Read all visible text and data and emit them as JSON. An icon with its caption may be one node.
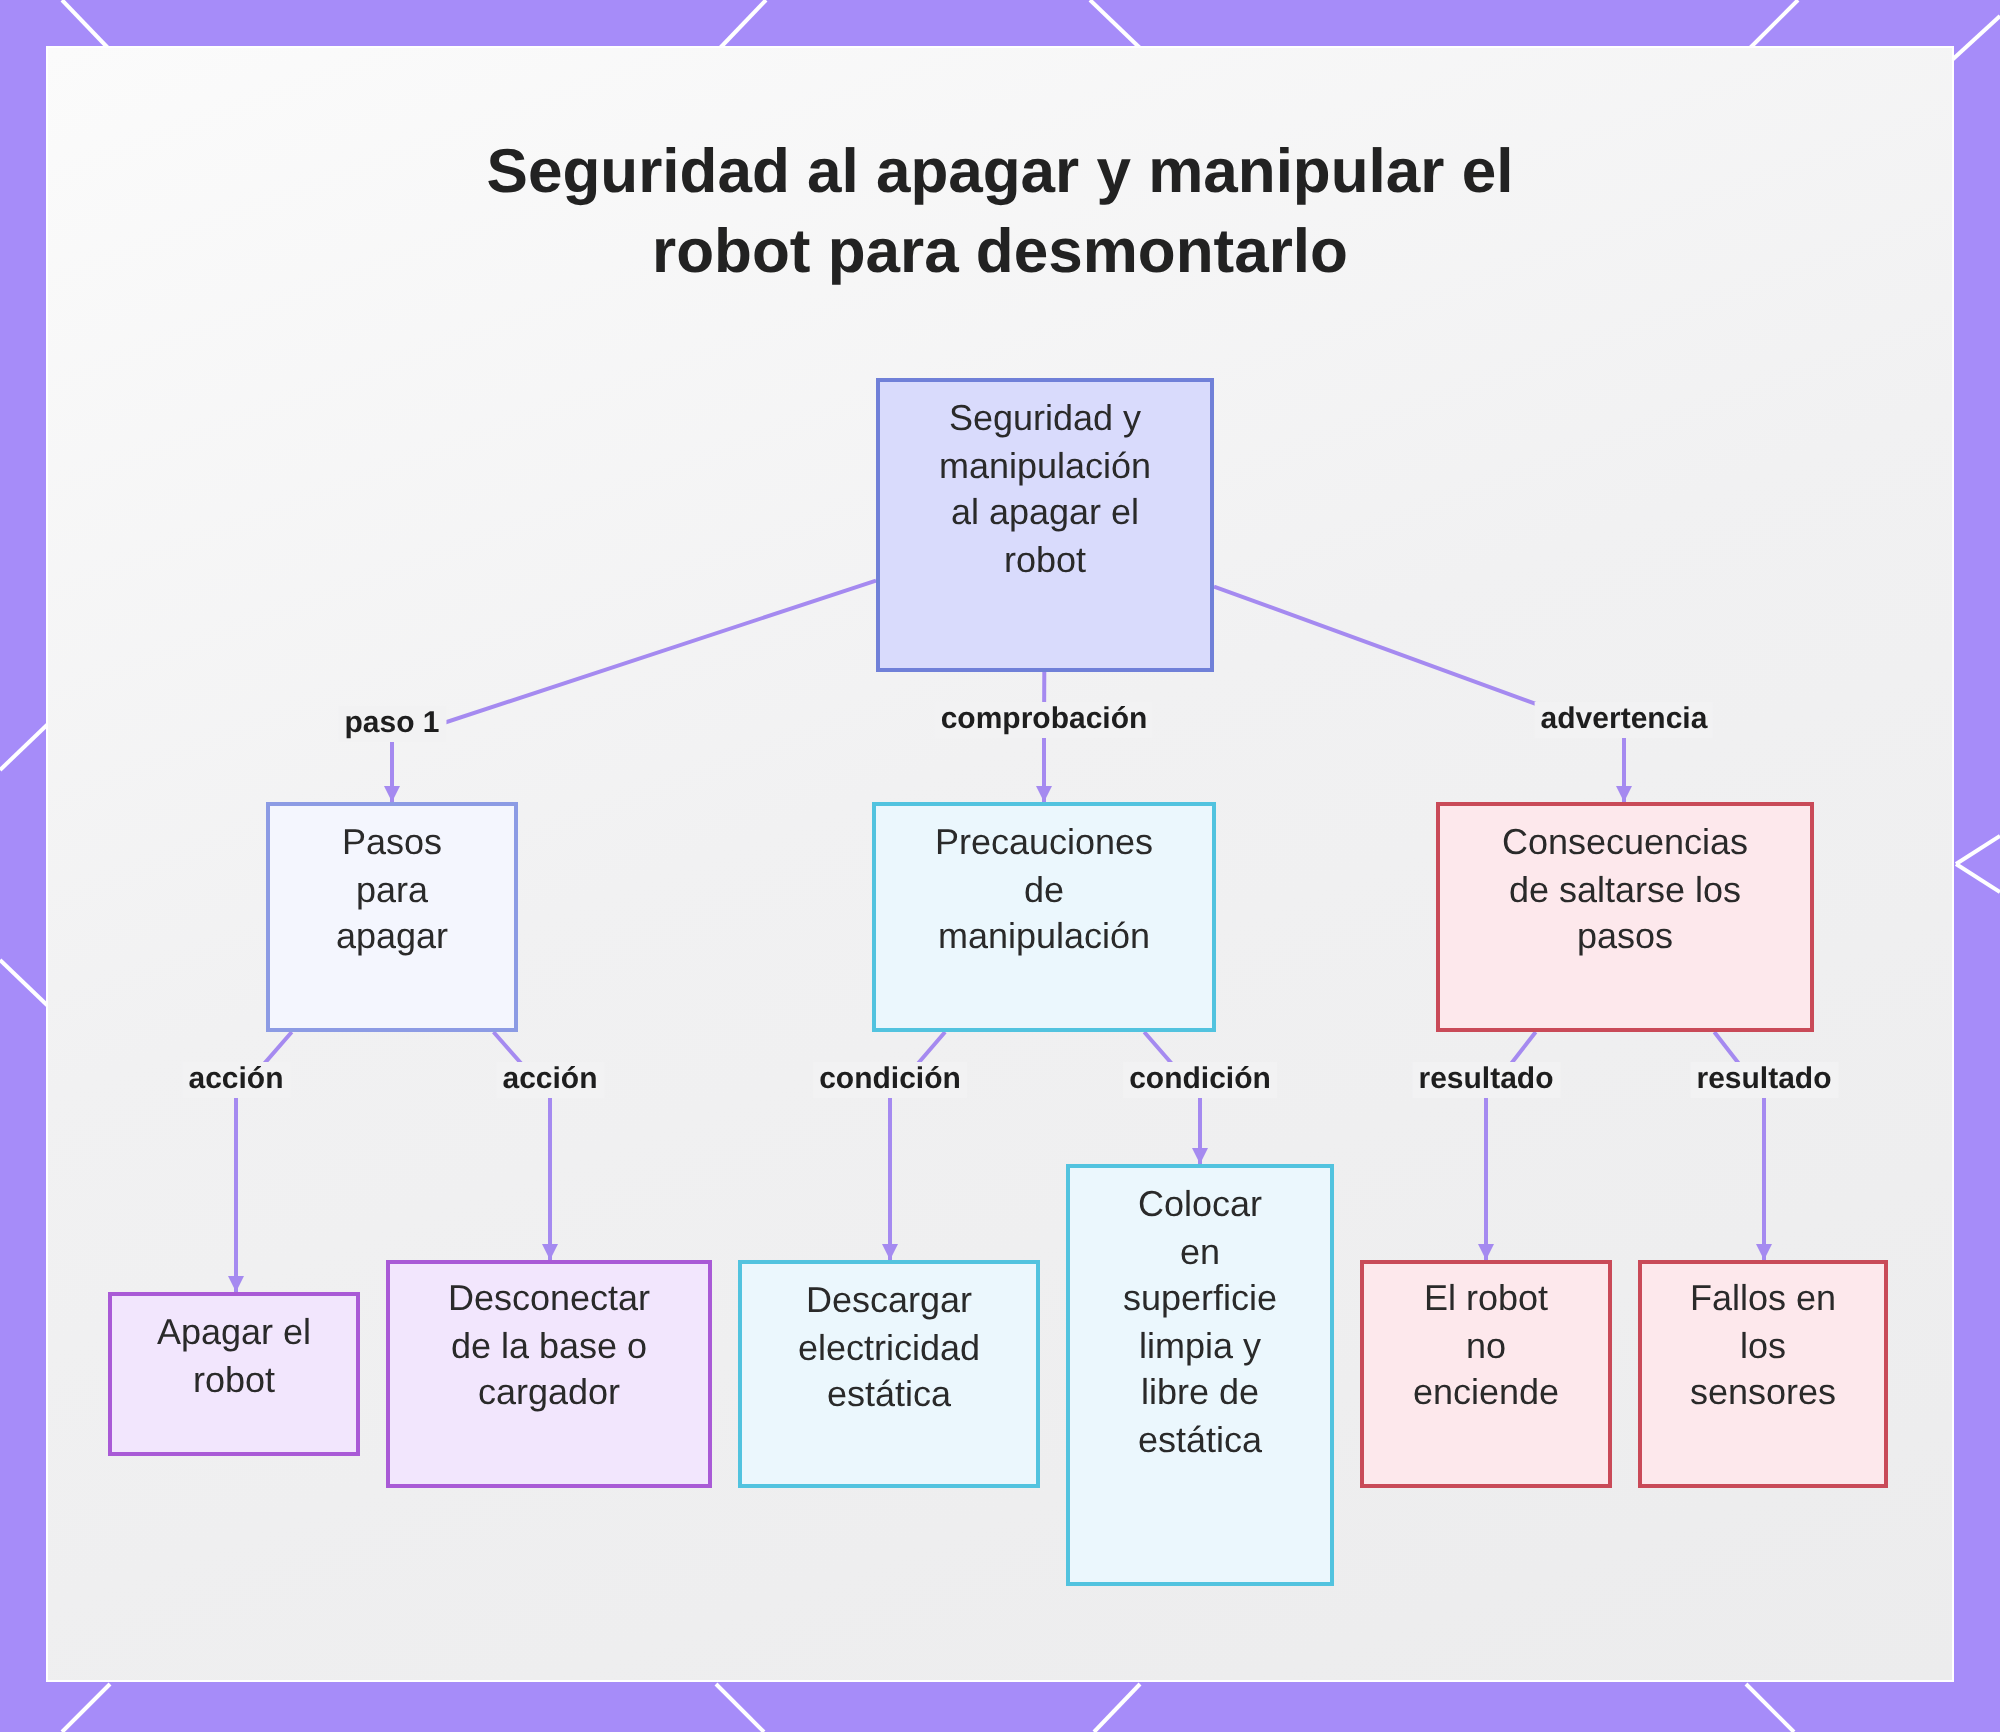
{
  "diagram": {
    "title": "Seguridad al apagar y manipular el robot para desmontarlo",
    "nodes": [
      {
        "text": [
          "Seguridad y manipulación al apagar el robot"
        ]
      },
      {
        "text": [
          "Pasos para apagar"
        ]
      },
      {
        "text": [
          "Precauciones de manipulación"
        ]
      },
      {
        "text": [
          "Consecuencias de saltarse los pasos"
        ]
      },
      {
        "text": [
          "Apagar el robot"
        ]
      },
      {
        "text": [
          "Desconectar de la base o cargador"
        ]
      },
      {
        "text": [
          "Descargar electricidad estática"
        ]
      },
      {
        "text": [
          "Colocar en superficie limpia y libre de estática"
        ]
      },
      {
        "text": [
          "El robot no enciende"
        ]
      },
      {
        "text": [
          "Fallos en los sensores"
        ]
      }
    ],
    "edges": [
      {
        "from": 0,
        "to": 1,
        "arrow": "to",
        "label": "paso 1"
      },
      {
        "from": 0,
        "to": 2,
        "arrow": "to",
        "label": "comprobación"
      },
      {
        "from": 0,
        "to": 3,
        "arrow": "to",
        "label": "advertencia"
      },
      {
        "from": 1,
        "to": 4,
        "arrow": "to",
        "label": "acción"
      },
      {
        "from": 1,
        "to": 5,
        "arrow": "to",
        "label": "acción"
      },
      {
        "from": 2,
        "to": 6,
        "arrow": "to",
        "label": "condición"
      },
      {
        "from": 2,
        "to": 7,
        "arrow": "to",
        "label": "condición"
      },
      {
        "from": 3,
        "to": 8,
        "arrow": "to",
        "label": "resultado"
      },
      {
        "from": 3,
        "to": 9,
        "arrow": "to",
        "label": "resultado"
      }
    ]
  }
}
